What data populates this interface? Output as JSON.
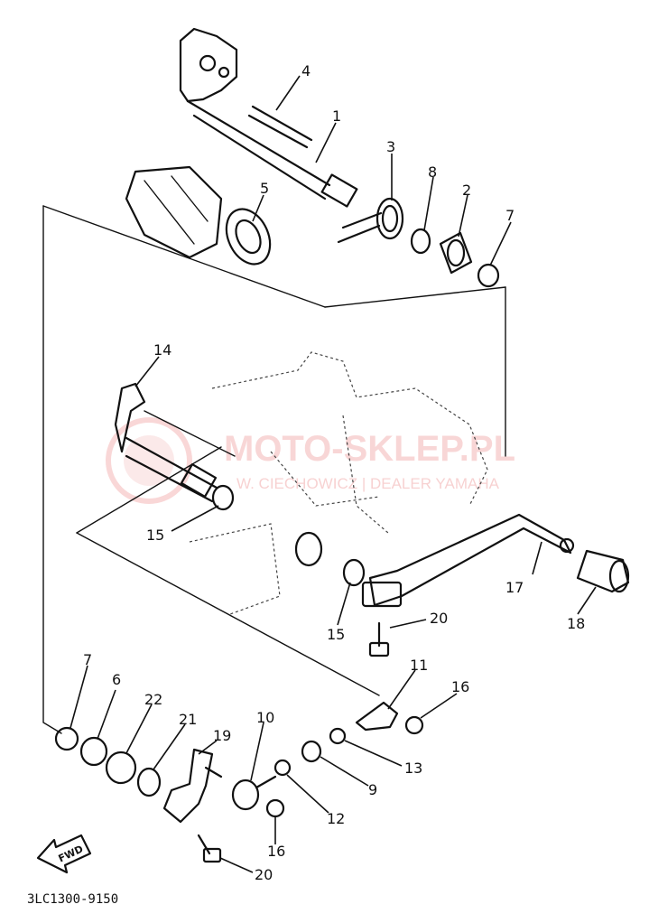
{
  "watermark": {
    "brand": "MOTO-SKLEP.PL",
    "tagline": "W. CIECHOWICZ | DEALER YAMAHA"
  },
  "diagram_code": "3LC1300-9150",
  "fwd_label": "FWD",
  "labels": {
    "l1": "1",
    "l2": "2",
    "l3": "3",
    "l4": "4",
    "l5": "5",
    "l6": "6",
    "l7a": "7",
    "l7b": "7",
    "l8": "8",
    "l9": "9",
    "l10": "10",
    "l11": "11",
    "l12": "12",
    "l13": "13",
    "l14": "14",
    "l15a": "15",
    "l15b": "15",
    "l16a": "16",
    "l16b": "16",
    "l17": "17",
    "l18": "18",
    "l19": "19",
    "l20a": "20",
    "l20b": "20",
    "l21": "21",
    "l22": "22"
  }
}
